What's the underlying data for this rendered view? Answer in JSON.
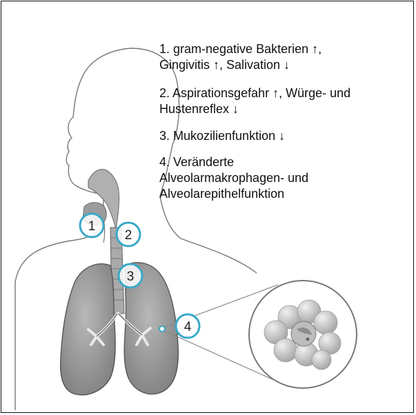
{
  "annotations": [
    {
      "number": "1",
      "lines": [
        "1. gram-negative Bakterien ↑,",
        "Gingivitis ↑, Salivation ↓"
      ]
    },
    {
      "number": "2",
      "lines": [
        "2. Aspirationsgefahr ↑, Würge- und",
        "Hustenreflex ↓"
      ]
    },
    {
      "number": "3",
      "lines": [
        "3. Mukozilienfunktion ↓"
      ]
    },
    {
      "number": "4",
      "lines": [
        "4. Veränderte",
        "Alveolarmakrophagen- und",
        "Alveolarepithelfunktion"
      ]
    }
  ],
  "colors": {
    "marker_ring": "#37a9c9",
    "lung_fill": "#9a9a9a",
    "outline": "#555555",
    "alveoli_fill": "#c8c8c8"
  }
}
